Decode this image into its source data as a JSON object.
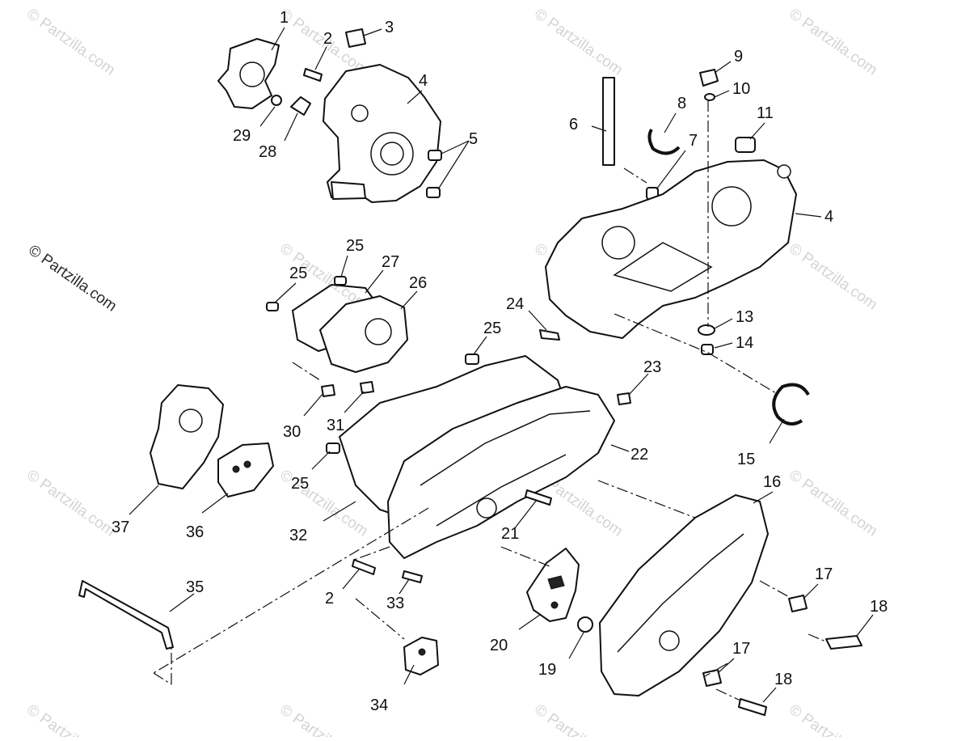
{
  "diagram": {
    "callouts": [
      {
        "num": "1"
      },
      {
        "num": "2"
      },
      {
        "num": "3"
      },
      {
        "num": "4"
      },
      {
        "num": "5"
      },
      {
        "num": "29"
      },
      {
        "num": "28"
      },
      {
        "num": "6"
      },
      {
        "num": "8"
      },
      {
        "num": "9"
      },
      {
        "num": "10"
      },
      {
        "num": "11"
      },
      {
        "num": "7"
      },
      {
        "num": "4"
      },
      {
        "num": "13"
      },
      {
        "num": "14"
      },
      {
        "num": "15"
      },
      {
        "num": "24"
      },
      {
        "num": "25"
      },
      {
        "num": "25"
      },
      {
        "num": "27"
      },
      {
        "num": "26"
      },
      {
        "num": "25"
      },
      {
        "num": "23"
      },
      {
        "num": "22"
      },
      {
        "num": "30"
      },
      {
        "num": "31"
      },
      {
        "num": "25"
      },
      {
        "num": "37"
      },
      {
        "num": "36"
      },
      {
        "num": "32"
      },
      {
        "num": "21"
      },
      {
        "num": "16"
      },
      {
        "num": "35"
      },
      {
        "num": "2"
      },
      {
        "num": "33"
      },
      {
        "num": "20"
      },
      {
        "num": "19"
      },
      {
        "num": "17"
      },
      {
        "num": "18"
      },
      {
        "num": "17"
      },
      {
        "num": "18"
      },
      {
        "num": "34"
      }
    ]
  },
  "watermark": {
    "text": "© Partzilla.com"
  }
}
